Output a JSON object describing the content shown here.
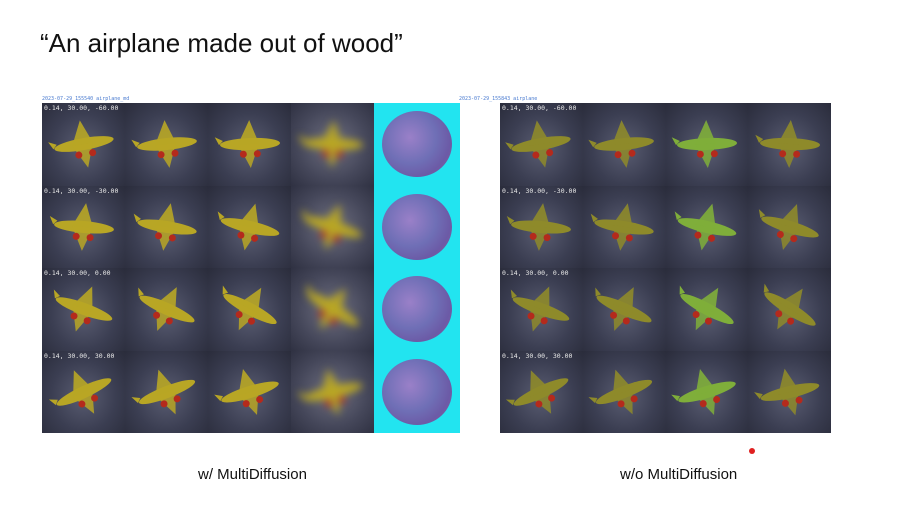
{
  "slide": {
    "title": "“An airplane made out of wood”",
    "left_caption": "w/ MultiDiffusion",
    "right_caption": "w/o MultiDiffusion"
  },
  "left_panel": {
    "header": "2023-07-29_155540 airplane_md",
    "row_labels": [
      "0.14, 30.00, -60.00",
      "0.14, 30.00, -30.00",
      "0.14, 30.00, 0.00",
      "0.14, 30.00, 30.00"
    ]
  },
  "right_panel": {
    "header": "2023-07-29_155843 airplane",
    "row_labels": [
      "0.14, 30.00, -60.00",
      "0.14, 30.00, -30.00",
      "0.14, 30.00, 0.00",
      "0.14, 30.00, 30.00"
    ]
  },
  "colors": {
    "wood_plane": "#b8a625",
    "wheels": "#b42a1c",
    "normal_bg": "#22e4f0",
    "marker_dot": "#e02020"
  }
}
